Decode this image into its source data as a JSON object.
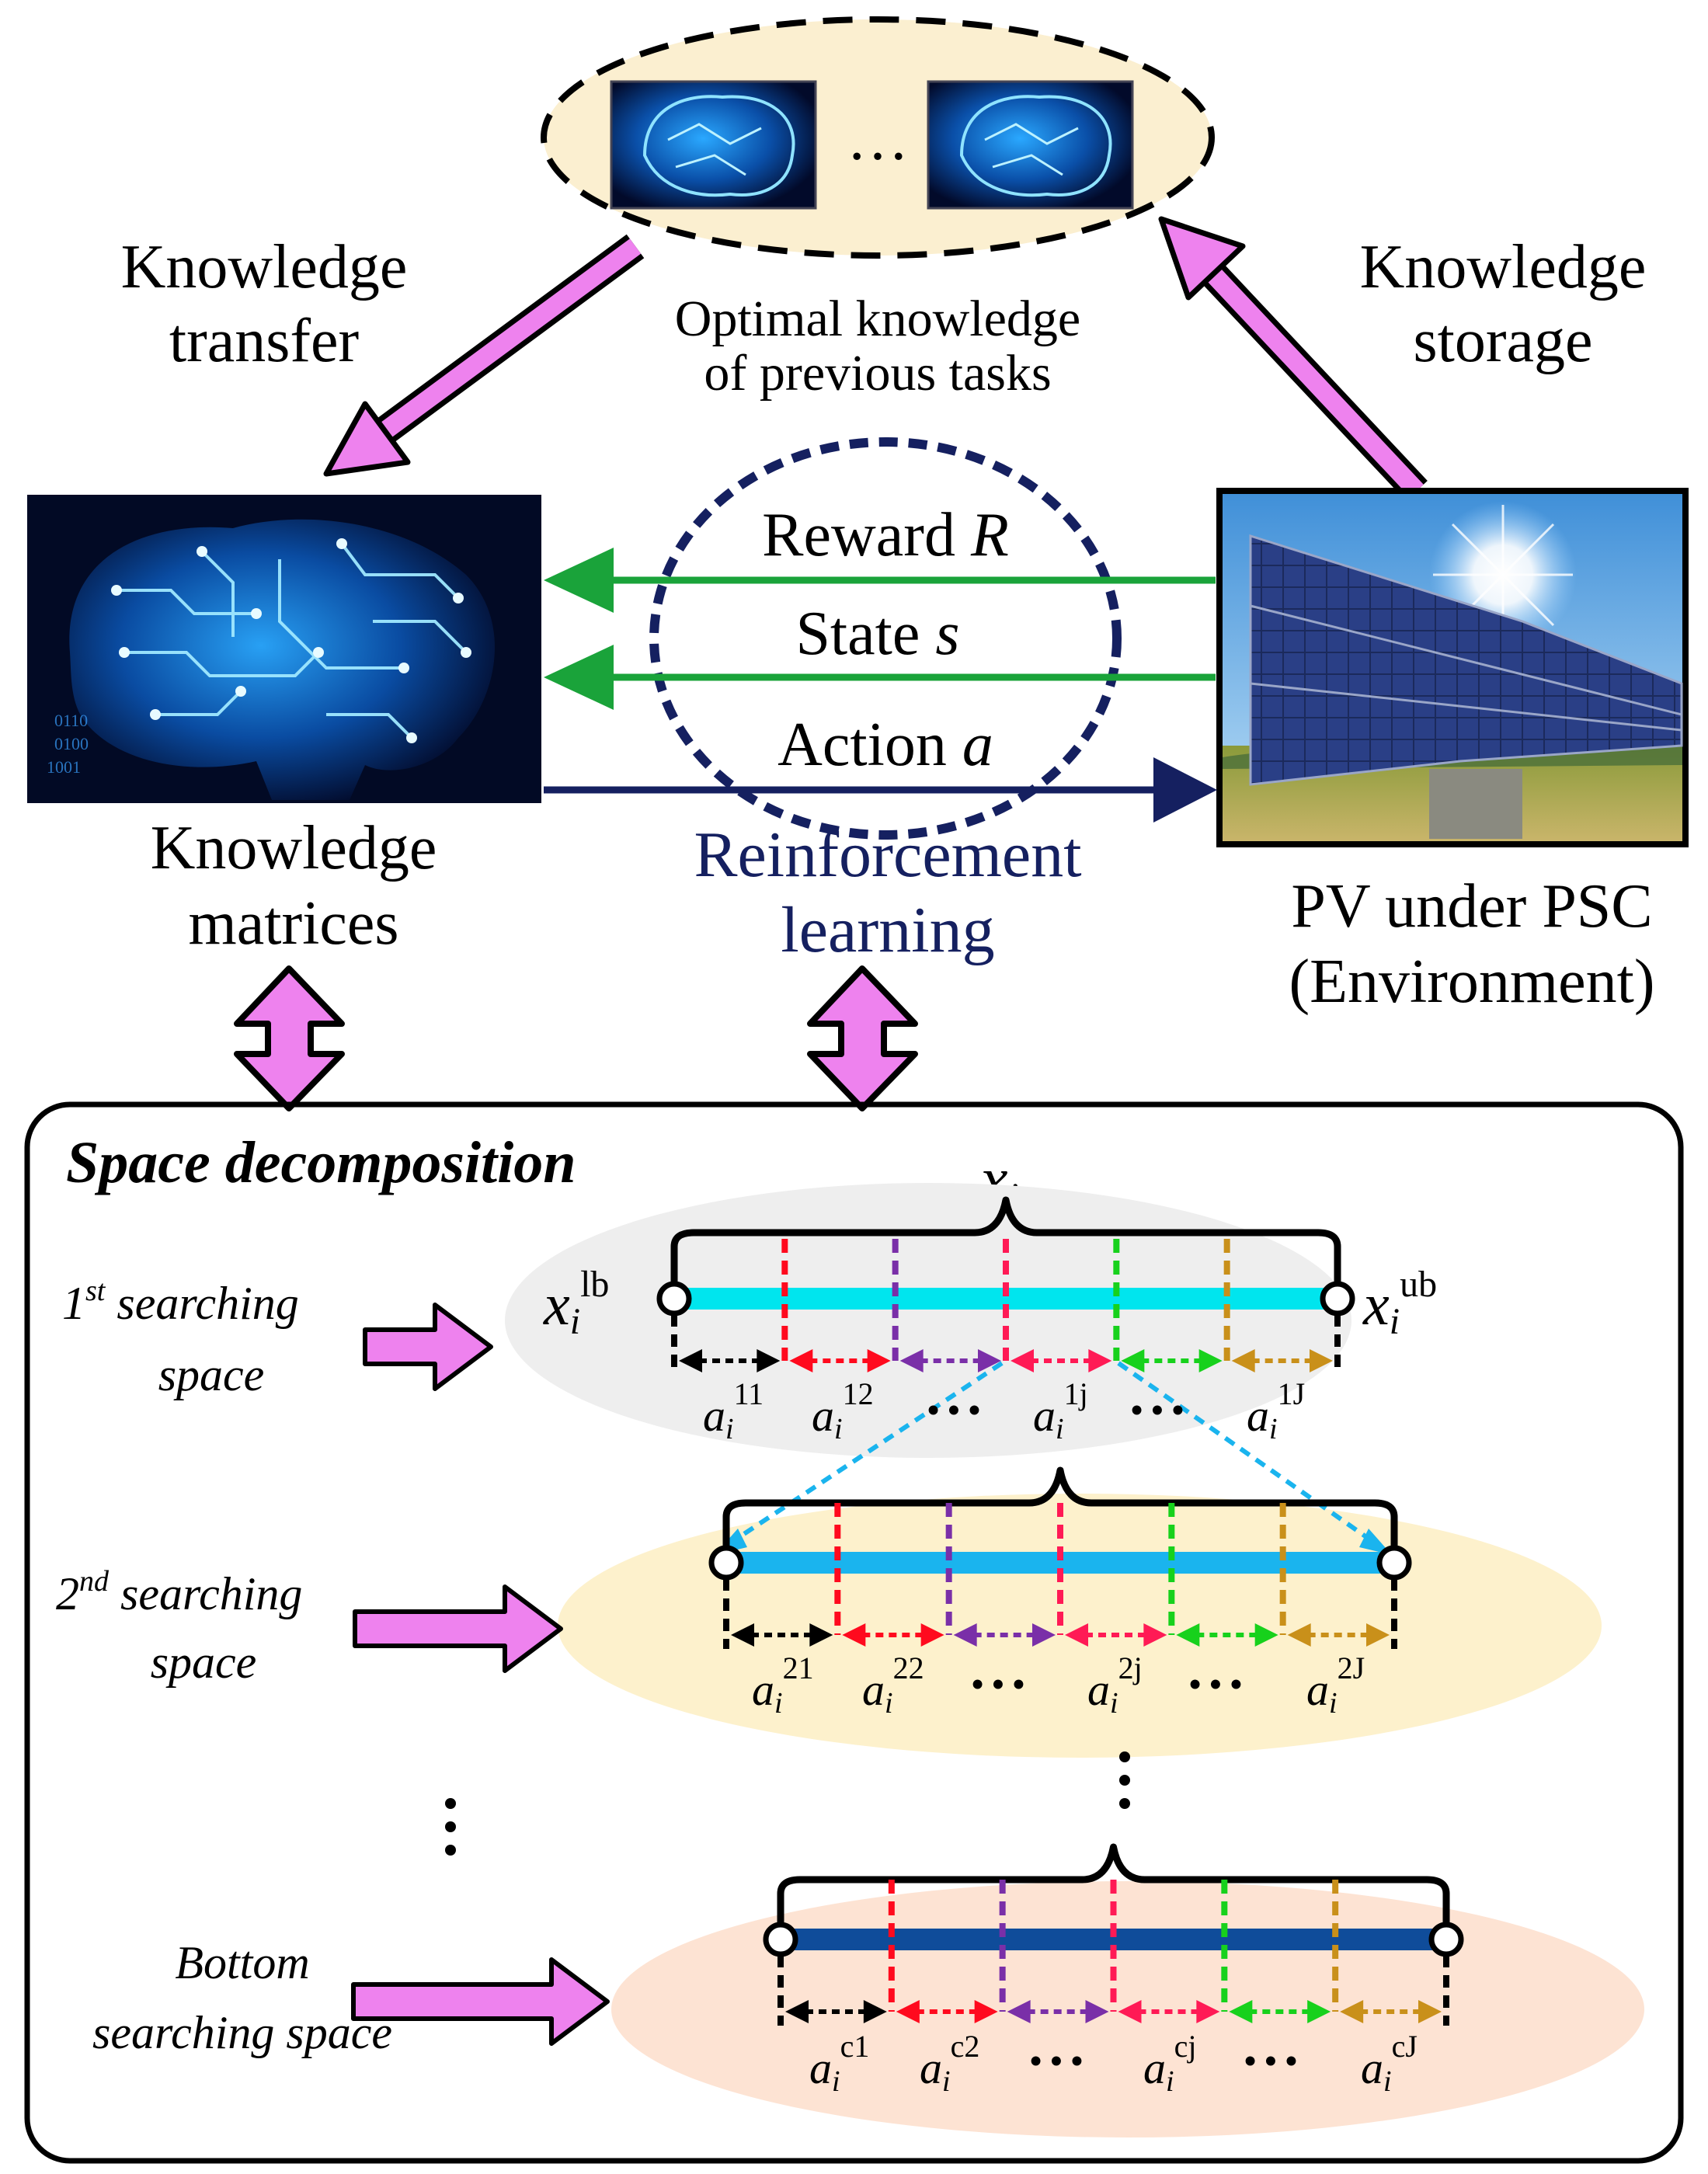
{
  "top_knowledge": {
    "ellipsis": "…",
    "caption_line1": "Optimal knowledge",
    "caption_line2": "of previous tasks"
  },
  "left_label": {
    "line1": "Knowledge",
    "line2": "transfer"
  },
  "right_label": {
    "line1": "Knowledge",
    "line2": "storage"
  },
  "agent": {
    "line1": "Knowledge",
    "line2": "matrices"
  },
  "environment": {
    "line1": "PV under PSC",
    "line2": "(Environment)"
  },
  "rl": {
    "reward": "Reward",
    "reward_sym": "R",
    "state": "State",
    "state_sym": "s",
    "action": "Action",
    "action_sym": "a",
    "title_line1": "Reinforcement",
    "title_line2": "learning"
  },
  "decomposition": {
    "title": "Space decomposition",
    "xi": "x",
    "xi_sub": "i",
    "lb": "lb",
    "ub": "ub",
    "vdots": "⋮",
    "dots": "• • •",
    "spaces": [
      {
        "label_line1": "1",
        "label_sup": "st",
        "label_line1b": "searching",
        "label_line2": "space",
        "actions": [
          {
            "sup": "11"
          },
          {
            "sup": "12"
          },
          {
            "sup": "1j"
          },
          {
            "sup": "1J"
          }
        ]
      },
      {
        "label_line1": "2",
        "label_sup": "nd",
        "label_line1b": "searching",
        "label_line2": "space",
        "actions": [
          {
            "sup": "21"
          },
          {
            "sup": "22"
          },
          {
            "sup": "2j"
          },
          {
            "sup": "2J"
          }
        ]
      },
      {
        "label_line1": "Bottom",
        "label_line2": "searching space",
        "actions": [
          {
            "sup": "c1"
          },
          {
            "sup": "c2"
          },
          {
            "sup": "cj"
          },
          {
            "sup": "cJ"
          }
        ]
      }
    ],
    "action_letter": "a",
    "action_sub": "i"
  },
  "colors": {
    "pink_arrow": "#ee82ee",
    "green": "#1aa33a",
    "navy": "#152060",
    "space1_fill": "#eeeeee",
    "space2_fill": "#fdf1cc",
    "space3_fill": "#fde3d3",
    "top_fill": "#fbefd0",
    "bar1": "#00e5ee",
    "bar2": "#1ab4ee",
    "bar3": "#0f4c9a"
  }
}
